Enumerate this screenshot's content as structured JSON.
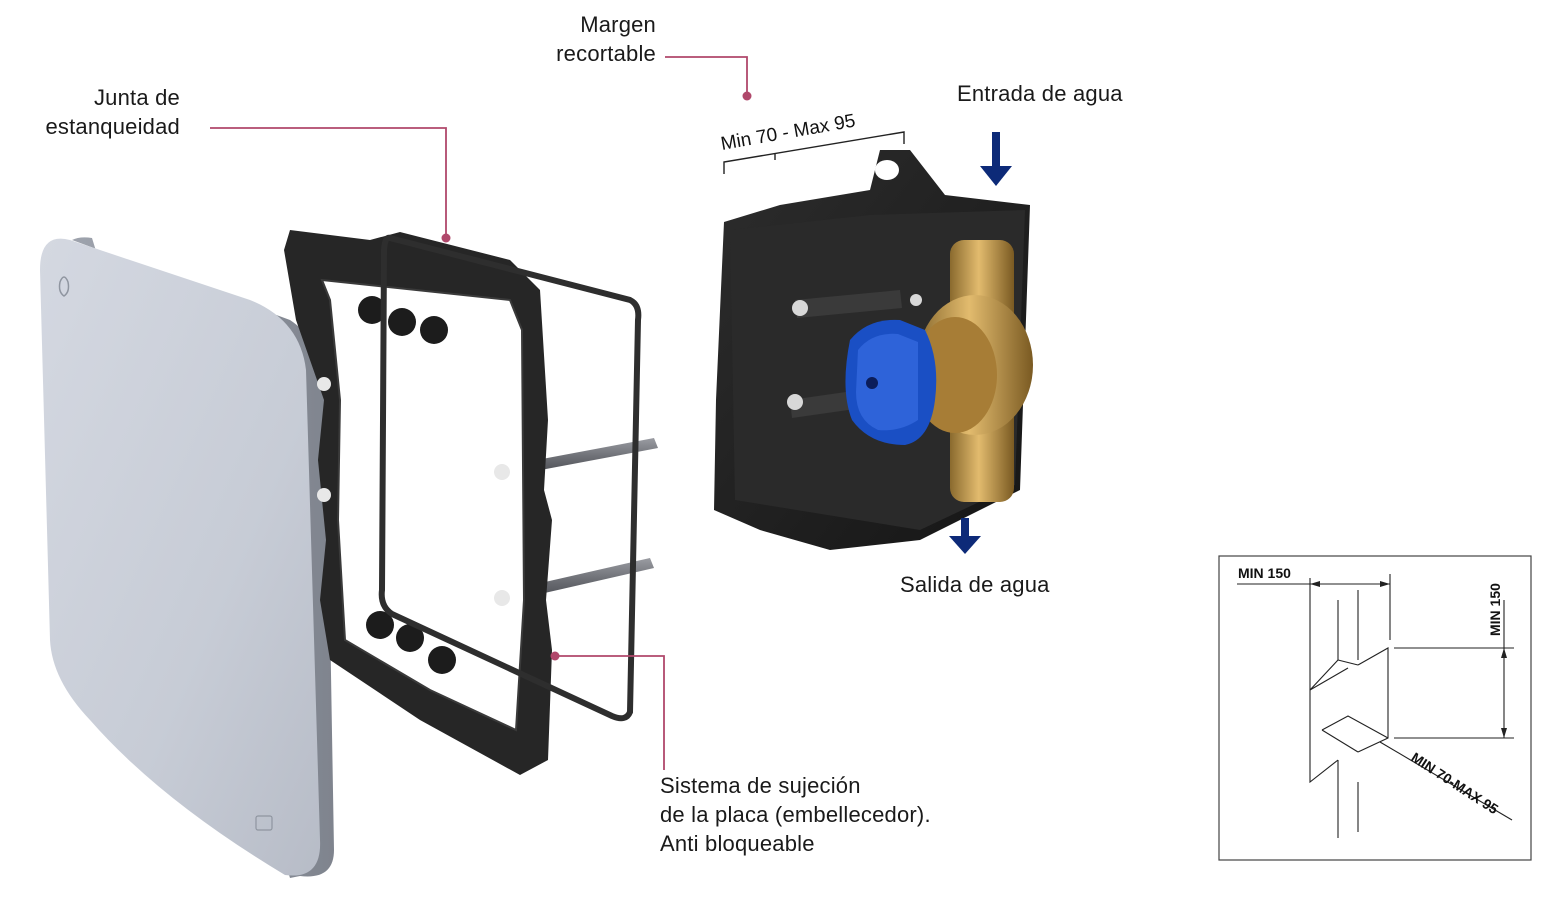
{
  "labels": {
    "margen_line1": "Margen",
    "margen_line2": "recortable",
    "junta_line1": "Junta de",
    "junta_line2": "estanqueidad",
    "entrada": "Entrada de agua",
    "salida": "Salida de agua",
    "sistema_line1": "Sistema de sujeción",
    "sistema_line2": "de la placa (embellecedor).",
    "sistema_line3": "Anti bloqueable",
    "depth_range": "Min 70 - Max 95"
  },
  "detail": {
    "min_width": "MIN 150",
    "min_height": "MIN 150",
    "depth": "MIN 70-MAX 95"
  },
  "colors": {
    "leader": "#b0486b",
    "arrow": "#0d2a78",
    "plate": "#c9ced8",
    "frame": "#2b2b2b",
    "box": "#1f1f1f",
    "brass": "#c89a4b",
    "knob": "#1a4fc4"
  }
}
